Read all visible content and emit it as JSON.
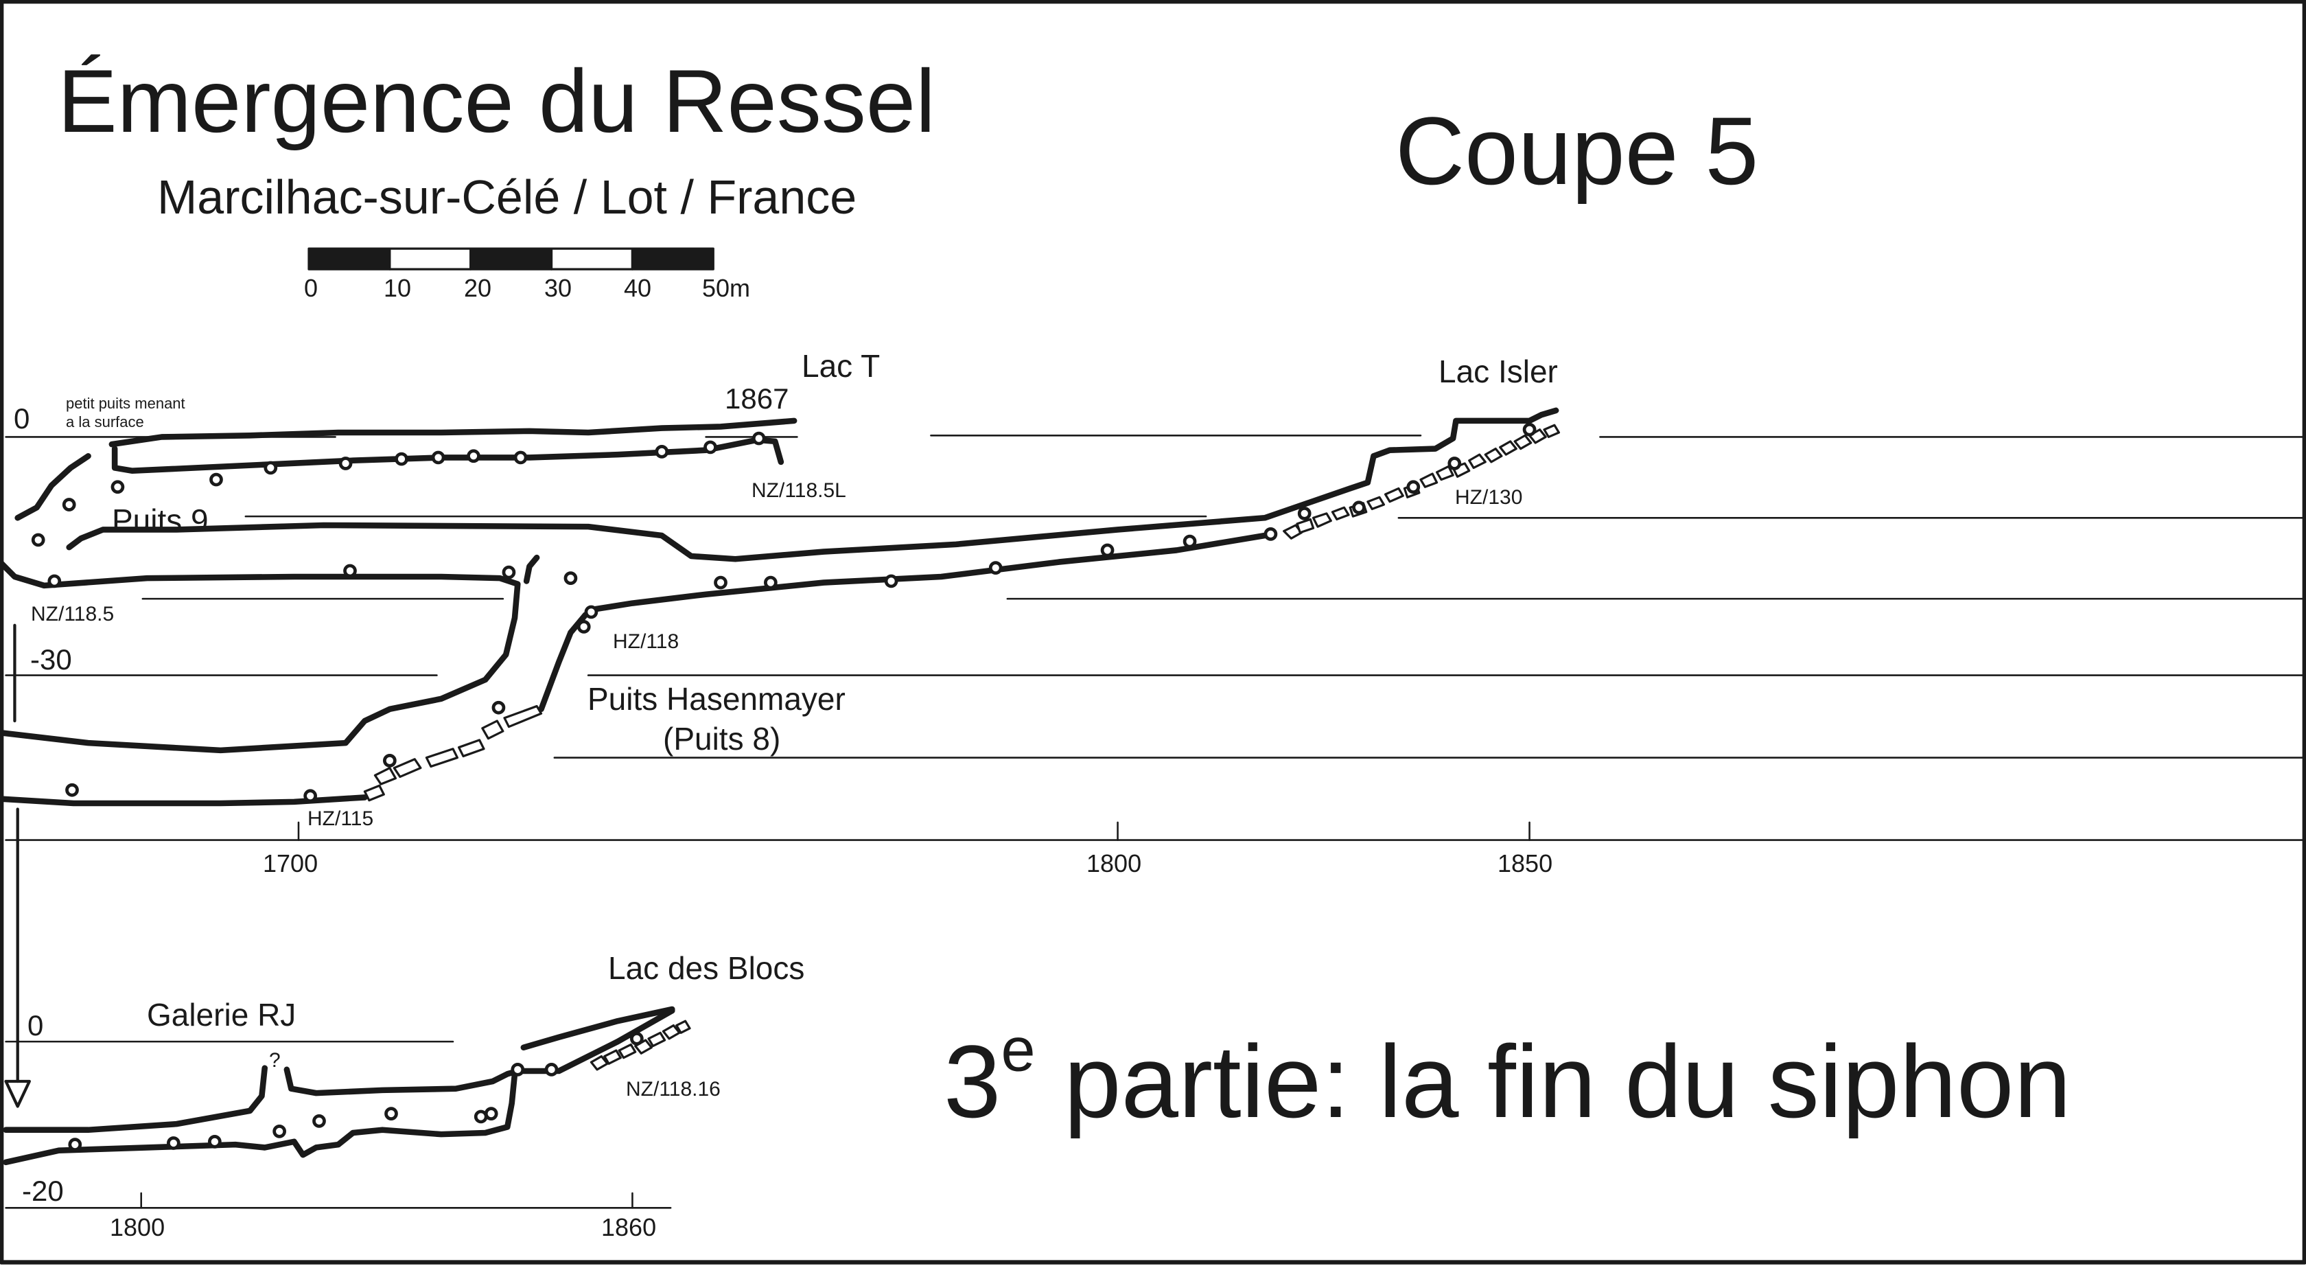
{
  "title": "Émergence du Ressel",
  "subtitle": "Marcilhac-sur-Célé / Lot / France",
  "section_label": "Coupe 5",
  "part_label": {
    "ordinal": "3",
    "sup": "e",
    "text": " partie: la fin du siphon"
  },
  "scale_bar": {
    "labels": [
      "0",
      "10",
      "20",
      "30",
      "40",
      "50m"
    ]
  },
  "upper_profile": {
    "depth_labels": [
      "0",
      "-30"
    ],
    "distance_labels": [
      "1700",
      "1800",
      "1850"
    ],
    "place_labels": {
      "lac_t": "Lac T",
      "lac_isler": "Lac Isler",
      "puits_9": "Puits 9",
      "puits_hasenmayer": "Puits Hasenmayer",
      "puits_8": "(Puits 8)"
    },
    "annotations": {
      "petit_puits_1": "petit puits menant",
      "petit_puits_2": "a la surface",
      "marker_1867": "1867",
      "nz_118_5l": "NZ/118.5L",
      "hz_130": "HZ/130",
      "nz_118_5": "NZ/118.5",
      "hz_118": "HZ/118",
      "hz_115": "HZ/115"
    }
  },
  "lower_profile": {
    "depth_labels": [
      "0",
      "-20"
    ],
    "distance_labels": [
      "1800",
      "1860"
    ],
    "place_labels": {
      "lac_des_blocs": "Lac des Blocs",
      "galerie_rj": "Galerie RJ"
    },
    "annotations": {
      "question": "?",
      "nz_118_16": "NZ/118.16"
    }
  }
}
